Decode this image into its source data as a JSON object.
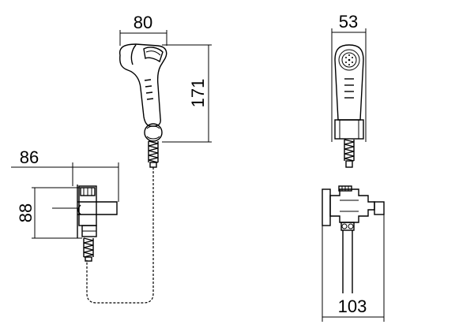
{
  "dimensions": {
    "width_top_left": "80",
    "height_top_left": "171",
    "width_bottom_left": "86",
    "height_bottom_left": "88",
    "width_top_right": "53",
    "width_bottom_right": "103"
  },
  "colors": {
    "line": "#000000",
    "background": "#ffffff"
  }
}
